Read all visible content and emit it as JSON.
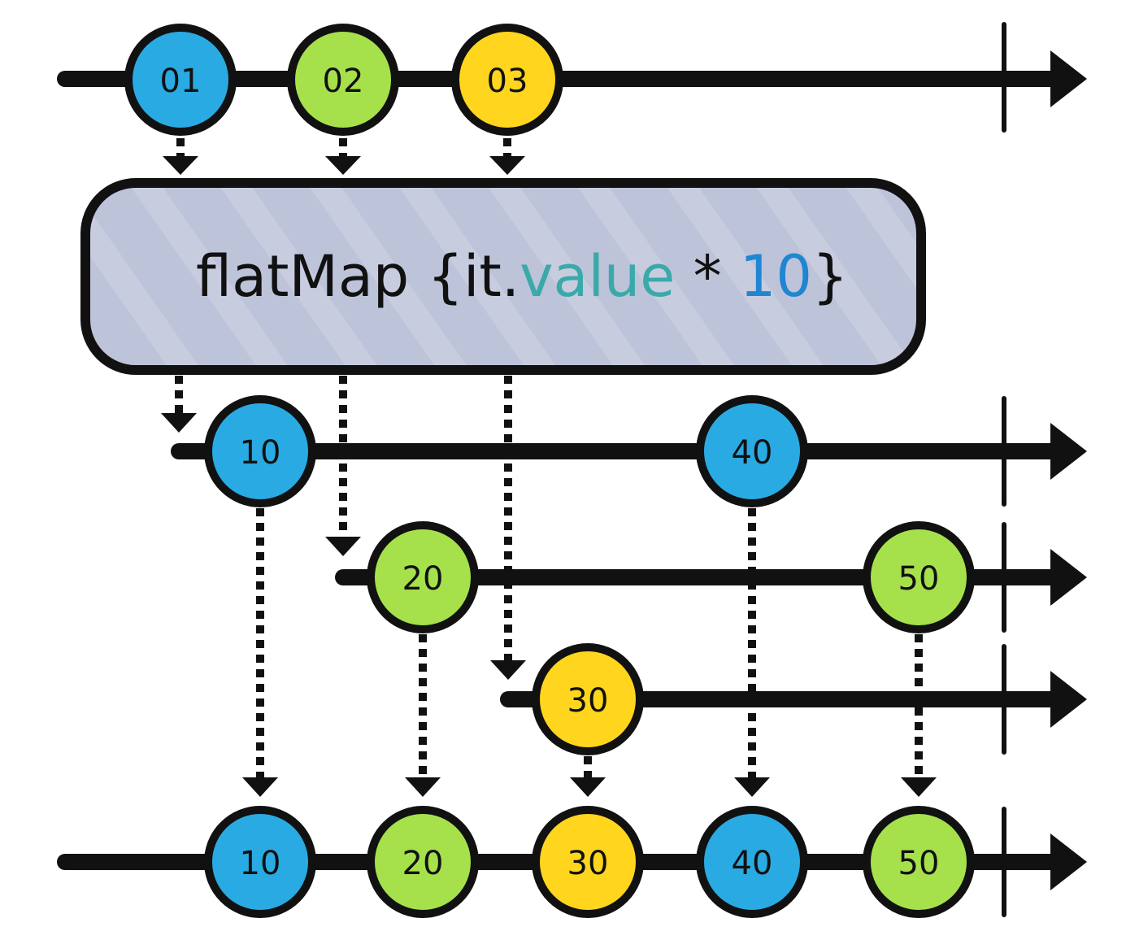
{
  "colors": {
    "blue": "#2aaae2",
    "green": "#a6e14c",
    "yellow": "#ffd51e",
    "line": "#111111",
    "operator_fill": "#bdc3d9",
    "operator_text": "#111111",
    "keyword_teal": "#3aa9a9",
    "number_blue": "#1f86d2"
  },
  "operator": {
    "prefix": "flatMap {it.",
    "property": "value",
    "times": " * ",
    "number": "10",
    "suffix": "}"
  },
  "timelines": {
    "input": [
      {
        "label": "01",
        "color": "blue"
      },
      {
        "label": "02",
        "color": "green"
      },
      {
        "label": "03",
        "color": "yellow"
      }
    ],
    "inner_1": [
      {
        "label": "10",
        "color": "blue"
      },
      {
        "label": "40",
        "color": "blue"
      }
    ],
    "inner_2": [
      {
        "label": "20",
        "color": "green"
      },
      {
        "label": "50",
        "color": "green"
      }
    ],
    "inner_3": [
      {
        "label": "30",
        "color": "yellow"
      }
    ],
    "output": [
      {
        "label": "10",
        "color": "blue"
      },
      {
        "label": "20",
        "color": "green"
      },
      {
        "label": "30",
        "color": "yellow"
      },
      {
        "label": "40",
        "color": "blue"
      },
      {
        "label": "50",
        "color": "green"
      }
    ]
  }
}
